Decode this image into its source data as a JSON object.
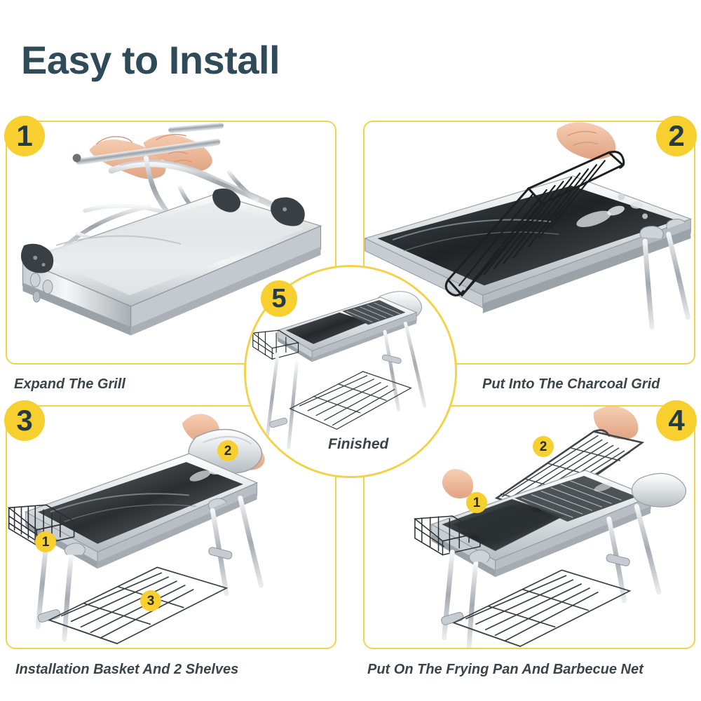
{
  "header": {
    "title": "Easy to Install"
  },
  "theme": {
    "accent_yellow": "#F7CF2E",
    "border_yellow": "#F3D24A",
    "title_color": "#2F4A59",
    "caption_color": "#3B4448",
    "background": "#FFFFFF"
  },
  "steps": [
    {
      "number": "1",
      "caption": "Expand The Grill",
      "scene": "hands-unfolding-folded-stainless-grill-frame"
    },
    {
      "number": "2",
      "caption": "Put Into The Charcoal Grid",
      "scene": "hand-lowering-black-wire-charcoal-grid-into-grill-body"
    },
    {
      "number": "3",
      "caption": "Installation Basket And 2 Shelves",
      "scene": "hands-attaching-side-shelf-to-assembled-grill",
      "markers": [
        {
          "label": "1",
          "target": "side-basket"
        },
        {
          "label": "2",
          "target": "side-shelf"
        },
        {
          "label": "3",
          "target": "lower-shelf"
        }
      ]
    },
    {
      "number": "4",
      "caption": "Put On The Frying Pan And Barbecue Net",
      "scene": "hands-placing-barbecue-net-over-grill-with-frying-pan",
      "markers": [
        {
          "label": "1",
          "target": "frying-pan"
        },
        {
          "label": "2",
          "target": "barbecue-net"
        }
      ]
    },
    {
      "number": "5",
      "caption": "Finished",
      "scene": "completed-charcoal-grill-on-stand-with-lower-shelf"
    }
  ]
}
